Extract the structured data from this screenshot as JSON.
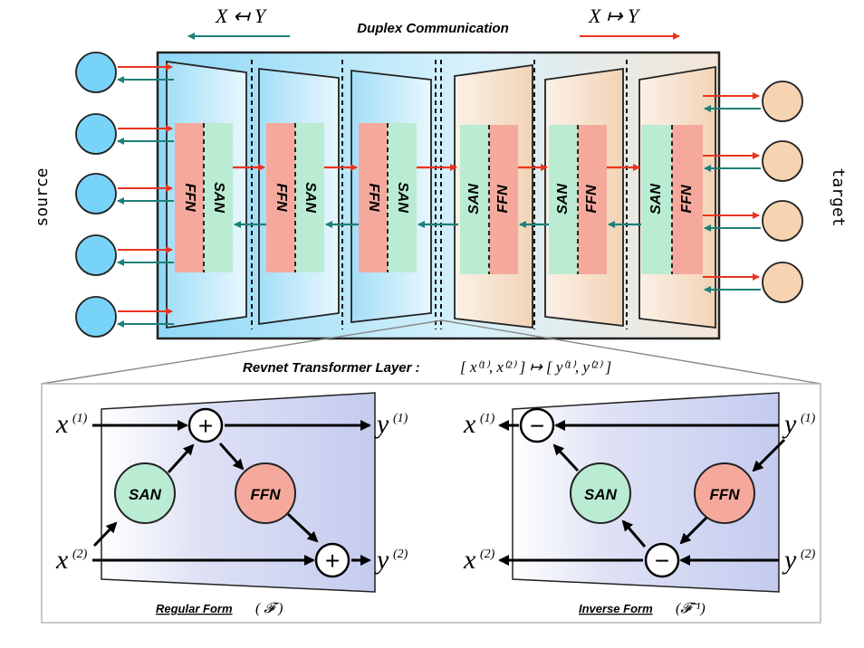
{
  "header": {
    "title": "Duplex Communication",
    "left_direction": "X ↤ Y",
    "right_direction": "X ↦ Y"
  },
  "side_labels": {
    "source": "source",
    "target": "target"
  },
  "blocks": {
    "san": "SAN",
    "ffn": "FFN"
  },
  "revnet": {
    "title": "Revnet Transformer Layer :",
    "mapping": "[ x⁽¹⁾, x⁽²⁾ ] ↦ [ y⁽¹⁾, y⁽²⁾ ]"
  },
  "regular": {
    "caption": "Regular Form",
    "caption_symbol": "( 𝓕 )",
    "x1": "x",
    "x2": "x",
    "y1": "y",
    "y2": "y",
    "sup1": "(1)",
    "sup2": "(2)",
    "op": "+"
  },
  "inverse": {
    "caption": "Inverse Form",
    "caption_symbol": "(𝓕⁻¹)",
    "x1": "x",
    "x2": "x",
    "y1": "y",
    "y2": "y",
    "sup1": "(1)",
    "sup2": "(2)",
    "op": "−"
  },
  "colors": {
    "red_arrow": "#e8351f",
    "teal_arrow": "#1e7f78",
    "source_node": "#78d3f8",
    "target_node": "#f6d3b1",
    "san": "#b9ecd2",
    "ffn": "#f5a99d",
    "panel": "#cdd2ef"
  }
}
